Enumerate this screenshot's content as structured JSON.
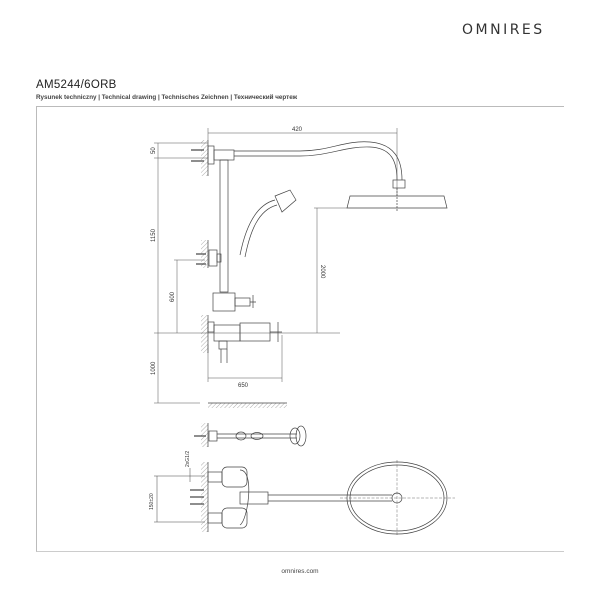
{
  "brand": "OMNIRES",
  "model": "AM5244/6ORB",
  "subtitle": "Rysunek techniczny | Technical drawing | Technisches Zeichnen | Технический чертеж",
  "dimensions": {
    "d420": "420",
    "d50": "50",
    "d1150": "1150",
    "d600": "600",
    "d2000": "2000",
    "d1000": "1000",
    "d650": "650",
    "thread": "2xG1/2",
    "spacing": "150±20"
  },
  "footer": "omnires.com"
}
